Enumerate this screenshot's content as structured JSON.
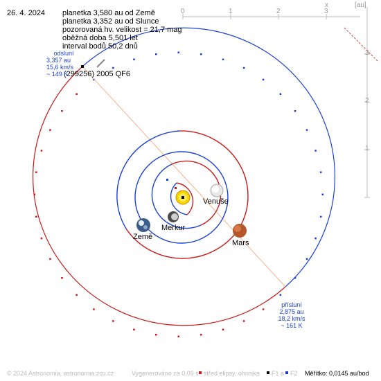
{
  "date": "26. 4. 2024",
  "info": [
    "planetka 3,580 au od Země",
    "planetka 3,352 au od Slunce",
    "pozorovaná hv. velikost = 21,7 mag",
    "oběžná doba 5,501 let",
    "interval bodů 50,2 dnů"
  ],
  "object_name": "(299256) 2005 QF6",
  "aphelion": {
    "label": "odsluní",
    "distance": "3,357 au",
    "speed": "15,6 km/s",
    "temperature": "~ 149 K"
  },
  "perihelion": {
    "label": "přísluní",
    "distance": "2,875 au",
    "speed": "18,2 km/s",
    "temperature": "~ 161 K"
  },
  "planets": {
    "venus": "Venuše",
    "mercury": "Merkur",
    "earth": "Země",
    "mars": "Mars"
  },
  "axes": {
    "x_label": "x",
    "unit": "[au]",
    "x_ticks": [
      "0",
      "1",
      "2",
      "3"
    ],
    "y_ticks": [
      "3",
      "2",
      "1"
    ]
  },
  "footer": {
    "copyright": "© 2024 Astronomia, astronomia.zcu.cz",
    "generated": "Vygenerováno za 0,09 s",
    "legend_center": "střed elipsy, ohniska",
    "legend_f1": "F1 a",
    "legend_f2": "F2",
    "scale": "Měřítko: 0,0145 au/bod"
  },
  "colors": {
    "blue": "#1a3fd8",
    "red": "#cc1818",
    "sun": "#f2d800",
    "tick": "#999999"
  }
}
